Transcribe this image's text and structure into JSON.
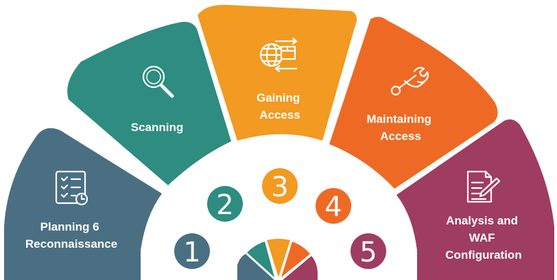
{
  "colors": {
    "step1": "#4a6f82",
    "step2": "#2e8c80",
    "step3": "#f29a21",
    "step4": "#ee6a24",
    "step5": "#9e3d5f",
    "background": "#ffffff"
  },
  "steps": [
    {
      "number": "1",
      "label_lines": [
        "Planning 6",
        "Reconnaissance"
      ],
      "icon": "checklist-clock-icon"
    },
    {
      "number": "2",
      "label_lines": [
        "Scanning"
      ],
      "icon": "magnifier-icon"
    },
    {
      "number": "3",
      "label_lines": [
        "Gaining",
        "Access"
      ],
      "icon": "globe-package-transfer-icon"
    },
    {
      "number": "4",
      "label_lines": [
        "Maintaining",
        "Access"
      ],
      "icon": "hand-wrench-icon"
    },
    {
      "number": "5",
      "label_lines": [
        "Analysis and",
        "WAF",
        "Configuration"
      ],
      "icon": "document-pen-icon"
    }
  ]
}
